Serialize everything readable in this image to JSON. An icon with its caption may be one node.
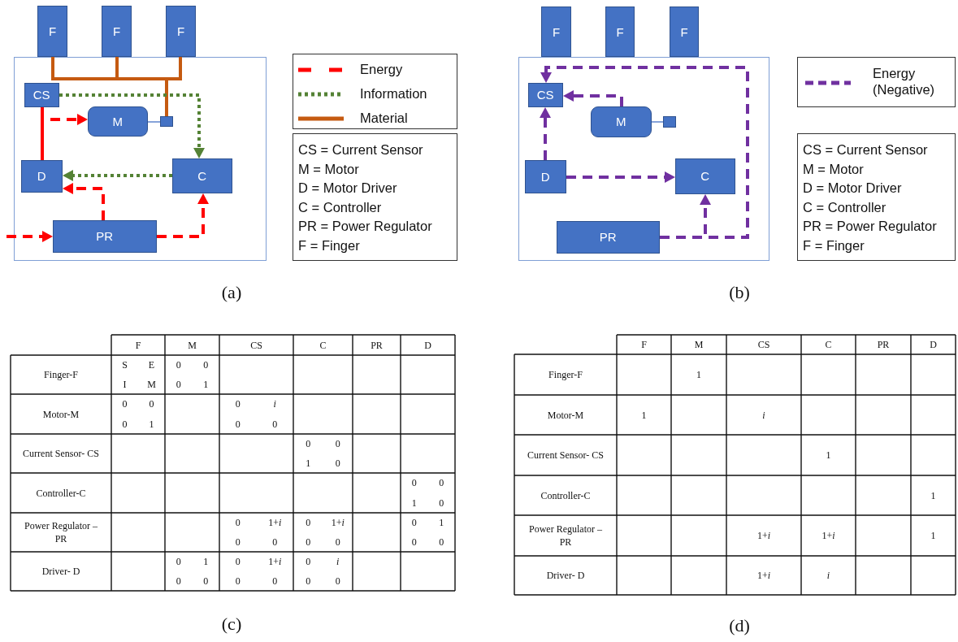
{
  "diagram": {
    "nodes": [
      {
        "text": [],
        "shape": "box"
      },
      {
        "text": [
          "F"
        ]
      },
      {
        "text": [
          "F"
        ]
      },
      {
        "text": [
          "F"
        ]
      },
      {
        "text": [
          "CS"
        ],
        "in": 0
      },
      {
        "text": [
          "M"
        ],
        "in": 0
      },
      {
        "text": [],
        "shape": "box",
        "in": 0
      },
      {
        "text": [
          "D"
        ],
        "in": 0
      },
      {
        "text": [
          "C"
        ],
        "in": 0
      },
      {
        "text": [
          "PR"
        ],
        "in": 0
      },
      {
        "text": [
          "CS = Current Sensor",
          "M = Motor",
          "D = Motor Driver",
          "C = Controller",
          "PR = Power Regulator",
          "F = Finger"
        ]
      },
      {
        "text": [],
        "shape": "box"
      },
      {
        "text": [
          "F"
        ]
      },
      {
        "text": [
          "F"
        ]
      },
      {
        "text": [
          "F"
        ]
      },
      {
        "text": [
          "CS"
        ],
        "in": 11
      },
      {
        "text": [
          "M"
        ],
        "in": 11
      },
      {
        "text": [],
        "shape": "box",
        "in": 11
      },
      {
        "text": [
          "D"
        ],
        "in": 11
      },
      {
        "text": [
          "C"
        ],
        "in": 11
      },
      {
        "text": [
          "PR"
        ],
        "in": 11
      },
      {
        "text": [
          "CS = Current Sensor",
          "M = Motor",
          "D = Motor Driver",
          "C = Controller",
          "PR = Power Regulator",
          "F = Finger"
        ]
      }
    ],
    "edges": [
      {
        "from": 1,
        "to": 6,
        "arrow": "none",
        "color": "#c55a11"
      },
      {
        "from": 2,
        "to": 6,
        "arrow": "none",
        "color": "#c55a11"
      },
      {
        "from": 3,
        "to": 6,
        "arrow": "none",
        "color": "#c55a11"
      },
      {
        "from": 5,
        "to": 6,
        "arrow": "none",
        "color": "#4472c4"
      },
      {
        "from": 4,
        "to": 8,
        "arrow": "to",
        "style": "dashed",
        "color": "#548235"
      },
      {
        "from": 8,
        "to": 7,
        "arrow": "to",
        "style": "dashed",
        "color": "#548235"
      },
      {
        "from": 4,
        "to": 7,
        "arrow": "none",
        "color": "#ff0000"
      },
      {
        "from": 7,
        "to": 5,
        "arrow": "to",
        "style": "dashed",
        "color": "#ff0000"
      },
      {
        "from": 9,
        "to": 7,
        "arrow": "to",
        "style": "dashed",
        "color": "#ff0000"
      },
      {
        "from": 9,
        "to": 8,
        "arrow": "to",
        "style": "dashed",
        "color": "#ff0000"
      },
      {
        "from": null,
        "to": 9,
        "arrow": "to",
        "style": "dashed",
        "color": "#ff0000"
      },
      {
        "from": 16,
        "to": 17,
        "arrow": "none",
        "color": "#4472c4"
      },
      {
        "from": 20,
        "to": 19,
        "arrow": "to",
        "style": "dashed",
        "color": "#7030a0"
      },
      {
        "from": 20,
        "to": 15,
        "arrow": "to",
        "style": "dashed",
        "color": "#7030a0"
      },
      {
        "from": 16,
        "to": 15,
        "arrow": "to",
        "style": "dashed",
        "color": "#7030a0"
      },
      {
        "from": 18,
        "to": 15,
        "arrow": "to",
        "style": "dashed",
        "color": "#7030a0"
      },
      {
        "from": 18,
        "to": 19,
        "arrow": "to",
        "style": "dashed",
        "color": "#7030a0"
      }
    ],
    "labels": [
      "(a)",
      "(b)",
      "F",
      "M",
      "CS",
      "C",
      "PR",
      "D",
      "Finger-F",
      "S",
      "E",
      "I",
      "M",
      "0",
      "0",
      "0",
      "1",
      "Motor-M",
      "0",
      "0",
      "0",
      "1",
      "0",
      "i",
      "0",
      "0",
      "Current Sensor- CS",
      "0",
      "0",
      "1",
      "0",
      "Controller-C",
      "0",
      "0",
      "1",
      "0",
      "Power Regulator – PR",
      "0",
      "1+*i*",
      "0",
      "0",
      "0",
      "1+*i*",
      "0",
      "0",
      "0",
      "1",
      "0",
      "0",
      "Driver- D",
      "0",
      "1",
      "0",
      "0",
      "0",
      "1+*i*",
      "0",
      "0",
      "0",
      "i",
      "0",
      "0",
      "(c)",
      "F",
      "M",
      "CS",
      "C",
      "PR",
      "D",
      "Finger-F",
      "1",
      "Motor-M",
      "1",
      "i",
      "Current Sensor- CS",
      "1",
      "Controller-C",
      "1",
      "Power Regulator – PR",
      "1+*i*",
      "1+*i*",
      "1",
      "Driver- D",
      "1+*i*",
      "i",
      "(d)"
    ],
    "legend": [
      {
        "text": "Energy"
      },
      {
        "text": "Information"
      },
      {
        "text": "Material"
      },
      {
        "text": "Energy (Negative)"
      }
    ]
  }
}
